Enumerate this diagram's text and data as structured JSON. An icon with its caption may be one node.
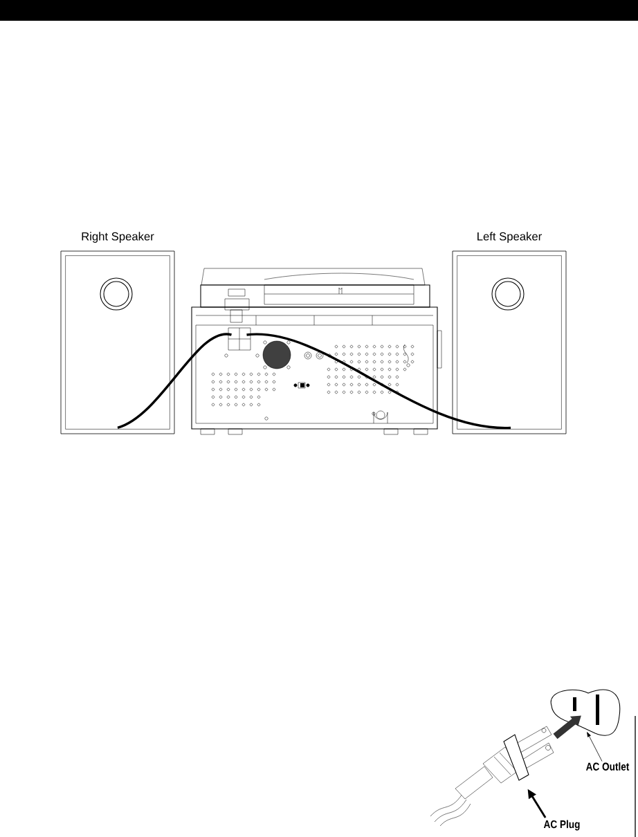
{
  "diagram": {
    "nodes": [
      {
        "text": [
          "Right Speaker"
        ]
      },
      {
        "text": [],
        "shape": "picture"
      },
      {
        "text": [
          "Left Speaker"
        ]
      },
      {
        "text": [],
        "shape": "picture"
      },
      {
        "text": [
          "AC Outlet"
        ]
      },
      {
        "text": [],
        "shape": "picture"
      },
      {
        "text": [
          "AC Plug"
        ]
      }
    ],
    "edges": [
      {
        "from": 0,
        "to": 1,
        "arrow": "none"
      },
      {
        "from": 1,
        "to": 2,
        "arrow": "none"
      },
      {
        "from": 5,
        "to": 3,
        "arrow": "to",
        "style": "thick"
      },
      {
        "from": 4,
        "to": 3,
        "arrow": "to"
      },
      {
        "from": 6,
        "to": 5,
        "arrow": "to"
      }
    ]
  }
}
